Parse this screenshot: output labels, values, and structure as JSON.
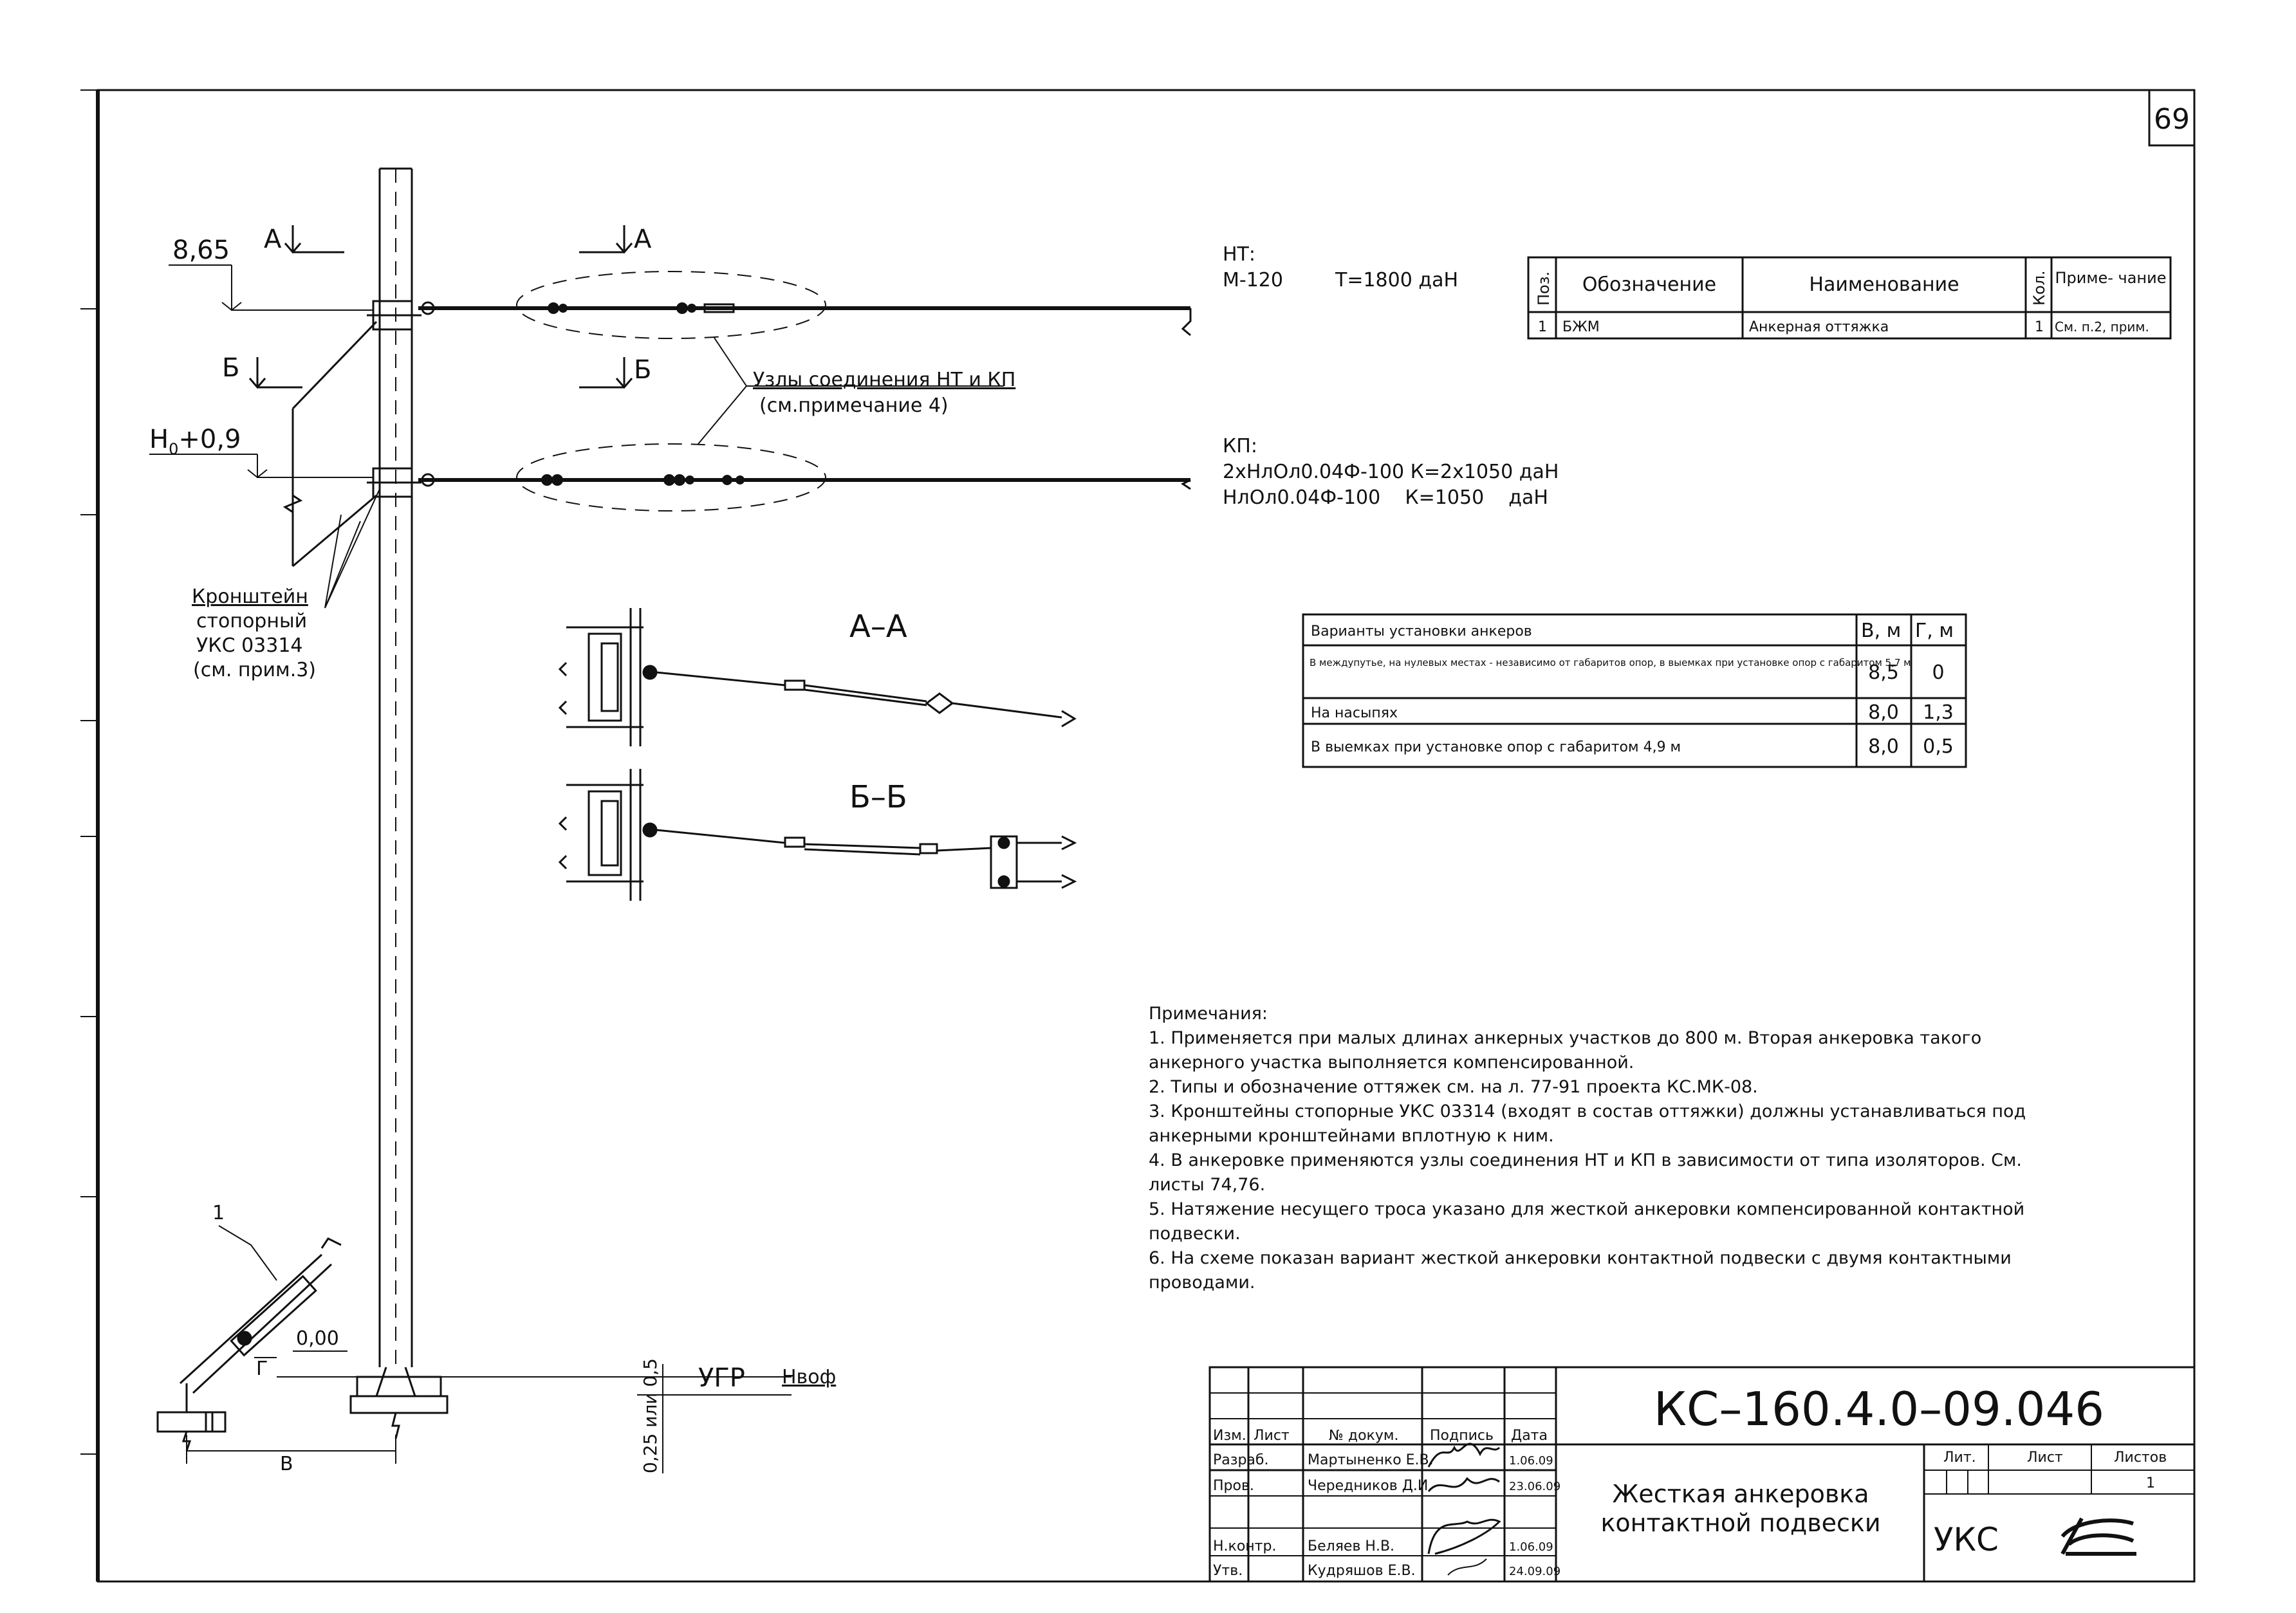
{
  "sheet_number": "69",
  "labels": {
    "elev_top": "8,65",
    "elev_mid": "Н",
    "elev_mid_sub": "0",
    "elev_mid_suffix": "+0,9",
    "sec_a": "А",
    "sec_b": "Б",
    "section_aa": "А–А",
    "section_bb": "Б–Б",
    "ht_title": "НТ:",
    "ht_wire": "М-120",
    "ht_tension": "Т=1800 даН",
    "kp_title": "КП:",
    "kp_line1": "2хНлОл0.04Ф-100 К=2х1050 даН",
    "kp_line2": "НлОл0.04Ф-100    К=1050    даН",
    "nodes_line1": "Узлы соединения НТ и КП",
    "nodes_line2": "(см.примечание 4)",
    "bracket_line1": "Кронштейн",
    "bracket_line2": "стопорный",
    "bracket_line3": "УКС 03314",
    "bracket_line4": "(см. прим.3)",
    "pos_one": "1",
    "zero_mark": "0,00",
    "ugr": "УГР",
    "nvof": "Нвоф",
    "dim_v": "В",
    "dim_g": "Г",
    "depth": "0,25 или 0,5"
  },
  "spec_table": {
    "headers": [
      "Поз.",
      "Обозначение",
      "Наименование",
      "Кол.",
      "Приме- чание"
    ],
    "rows": [
      [
        "1",
        "БЖМ",
        "Анкерная оттяжка",
        "1",
        "См. п.2, прим."
      ]
    ]
  },
  "anchor_table": {
    "headers": [
      "Варианты установки анкеров",
      "В, м",
      "Г, м"
    ],
    "rows": [
      [
        "В междупутье, на нулевых местах - независимо от габаритов опор, в выемках при установке опор с габаритом 5,7 м",
        "8,5",
        "0"
      ],
      [
        "На насыпях",
        "8,0",
        "1,3"
      ],
      [
        "В выемках при установке опор с габаритом 4,9 м",
        "8,0",
        "0,5"
      ]
    ]
  },
  "notes": {
    "title": "Примечания:",
    "lines": [
      "1. Применяется при малых длинах анкерных участков до 800 м. Вторая анкеровка такого",
      "анкерного участка выполняется компенсированной.",
      "2. Типы и обозначение оттяжек см. на л. 77-91 проекта КС.МК-08.",
      "3. Кронштейны стопорные УКС 03314 (входят в состав оттяжки) должны устанавливаться под",
      "анкерными кронштейнами вплотную к ним.",
      "4. В анкеровке применяются узлы соединения НТ и КП в зависимости от типа изоляторов. См.",
      "листы 74,76.",
      "5. Натяжение несущего троса указано для жесткой анкеровки компенсированной контактной",
      "подвески.",
      "6. На схеме показан вариант жесткой анкеровки контактной подвески с двумя контактными",
      "проводами."
    ]
  },
  "title_block": {
    "doc_code": "КС–160.4.0–09.046",
    "title_line1": "Жесткая анкеровка",
    "title_line2": "контактной подвески",
    "org": "УКС",
    "col_headers": [
      "Изм.",
      "Лист",
      "№ докум.",
      "Подпись",
      "Дата"
    ],
    "lit": "Лит.",
    "sheet": "Лист",
    "sheets": "Листов",
    "sheets_value": "1",
    "roles": [
      {
        "role": "Разраб.",
        "name": "Мартыненко Е.В.",
        "date": "1.06.09"
      },
      {
        "role": "Пров.",
        "name": "Чередников Д.И.",
        "date": "23.06.09"
      },
      {
        "role": "",
        "name": "",
        "date": ""
      },
      {
        "role": "Н.контр.",
        "name": "Беляев Н.В.",
        "date": "1.06.09"
      },
      {
        "role": "Утв.",
        "name": "Кудряшов Е.В.",
        "date": "24.09.09"
      }
    ]
  },
  "colors": {
    "ink": "#111111",
    "paper": "#ffffff"
  }
}
